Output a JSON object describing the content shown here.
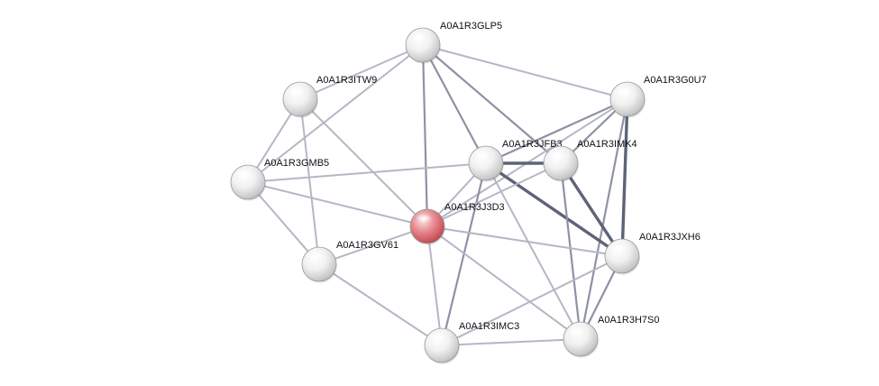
{
  "network": {
    "query_color": "#e0646a",
    "node_color": "#e6e6e6",
    "nodes": [
      {
        "id": "A0A1R3GLP5",
        "label": "A0A1R3GLP5",
        "query": false
      },
      {
        "id": "A0A1R3ITW9",
        "label": "A0A1R3ITW9",
        "query": false
      },
      {
        "id": "A0A1R3G0U7",
        "label": "A0A1R3G0U7",
        "query": false
      },
      {
        "id": "A0A1R3GMB5",
        "label": "A0A1R3GMB5",
        "query": false
      },
      {
        "id": "A0A1R3JFB3",
        "label": "A0A1R3JFB3",
        "query": false
      },
      {
        "id": "A0A1R3IMK4",
        "label": "A0A1R3IMK4",
        "query": false
      },
      {
        "id": "A0A1R3J3D3",
        "label": "A0A1R3J3D3",
        "query": true
      },
      {
        "id": "A0A1R3JXH6",
        "label": "A0A1R3JXH6",
        "query": false
      },
      {
        "id": "A0A1R3GV61",
        "label": "A0A1R3GV61",
        "query": false
      },
      {
        "id": "A0A1R3IMC3",
        "label": "A0A1R3IMC3",
        "query": false
      },
      {
        "id": "A0A1R3H7S0",
        "label": "A0A1R3H7S0",
        "query": false
      }
    ],
    "edges": [
      {
        "source": "A0A1R3GLP5",
        "target": "A0A1R3ITW9",
        "strength": "weak"
      },
      {
        "source": "A0A1R3GLP5",
        "target": "A0A1R3G0U7",
        "strength": "weak"
      },
      {
        "source": "A0A1R3GLP5",
        "target": "A0A1R3JFB3",
        "strength": "medium"
      },
      {
        "source": "A0A1R3GLP5",
        "target": "A0A1R3IMK4",
        "strength": "medium"
      },
      {
        "source": "A0A1R3GLP5",
        "target": "A0A1R3J3D3",
        "strength": "medium"
      },
      {
        "source": "A0A1R3GLP5",
        "target": "A0A1R3GMB5",
        "strength": "weak"
      },
      {
        "source": "A0A1R3ITW9",
        "target": "A0A1R3GMB5",
        "strength": "weak"
      },
      {
        "source": "A0A1R3ITW9",
        "target": "A0A1R3GV61",
        "strength": "weak"
      },
      {
        "source": "A0A1R3ITW9",
        "target": "A0A1R3J3D3",
        "strength": "weak"
      },
      {
        "source": "A0A1R3G0U7",
        "target": "A0A1R3JFB3",
        "strength": "medium"
      },
      {
        "source": "A0A1R3G0U7",
        "target": "A0A1R3IMK4",
        "strength": "medium"
      },
      {
        "source": "A0A1R3G0U7",
        "target": "A0A1R3JXH6",
        "strength": "strong"
      },
      {
        "source": "A0A1R3G0U7",
        "target": "A0A1R3H7S0",
        "strength": "medium"
      },
      {
        "source": "A0A1R3G0U7",
        "target": "A0A1R3J3D3",
        "strength": "weak"
      },
      {
        "source": "A0A1R3GMB5",
        "target": "A0A1R3JFB3",
        "strength": "weak"
      },
      {
        "source": "A0A1R3GMB5",
        "target": "A0A1R3J3D3",
        "strength": "weak"
      },
      {
        "source": "A0A1R3GMB5",
        "target": "A0A1R3GV61",
        "strength": "weak"
      },
      {
        "source": "A0A1R3JFB3",
        "target": "A0A1R3IMK4",
        "strength": "strong"
      },
      {
        "source": "A0A1R3JFB3",
        "target": "A0A1R3JXH6",
        "strength": "strong"
      },
      {
        "source": "A0A1R3JFB3",
        "target": "A0A1R3J3D3",
        "strength": "weak"
      },
      {
        "source": "A0A1R3JFB3",
        "target": "A0A1R3IMC3",
        "strength": "medium"
      },
      {
        "source": "A0A1R3JFB3",
        "target": "A0A1R3H7S0",
        "strength": "weak"
      },
      {
        "source": "A0A1R3IMK4",
        "target": "A0A1R3JXH6",
        "strength": "strong"
      },
      {
        "source": "A0A1R3IMK4",
        "target": "A0A1R3H7S0",
        "strength": "medium"
      },
      {
        "source": "A0A1R3IMK4",
        "target": "A0A1R3J3D3",
        "strength": "weak"
      },
      {
        "source": "A0A1R3J3D3",
        "target": "A0A1R3JXH6",
        "strength": "weak"
      },
      {
        "source": "A0A1R3J3D3",
        "target": "A0A1R3GV61",
        "strength": "weak"
      },
      {
        "source": "A0A1R3J3D3",
        "target": "A0A1R3IMC3",
        "strength": "weak"
      },
      {
        "source": "A0A1R3J3D3",
        "target": "A0A1R3H7S0",
        "strength": "weak"
      },
      {
        "source": "A0A1R3JXH6",
        "target": "A0A1R3IMC3",
        "strength": "weak"
      },
      {
        "source": "A0A1R3JXH6",
        "target": "A0A1R3H7S0",
        "strength": "medium"
      },
      {
        "source": "A0A1R3GV61",
        "target": "A0A1R3IMC3",
        "strength": "weak"
      },
      {
        "source": "A0A1R3IMC3",
        "target": "A0A1R3H7S0",
        "strength": "weak"
      }
    ]
  }
}
